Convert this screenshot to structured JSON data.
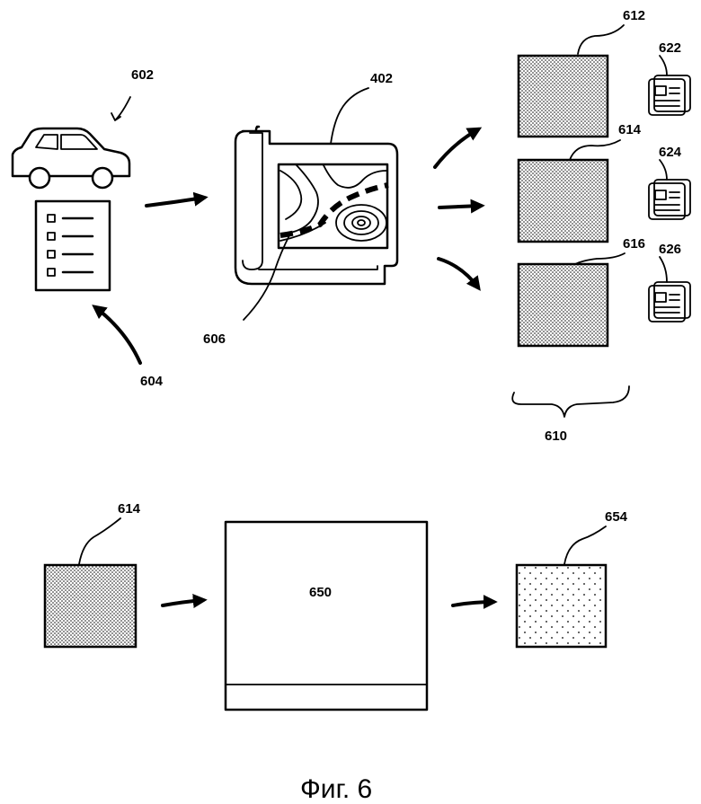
{
  "figure": {
    "caption": "Фиг. 6",
    "labels": {
      "vehicle": "602",
      "checklist": "604",
      "map": "402",
      "route": "606",
      "tile_group": "610",
      "tile_a": "612",
      "tile_b": "614",
      "tile_c": "616",
      "doc_a": "622",
      "doc_b": "624",
      "doc_c": "626",
      "input_tile": "614",
      "processor": "650",
      "output_tile": "654"
    }
  }
}
